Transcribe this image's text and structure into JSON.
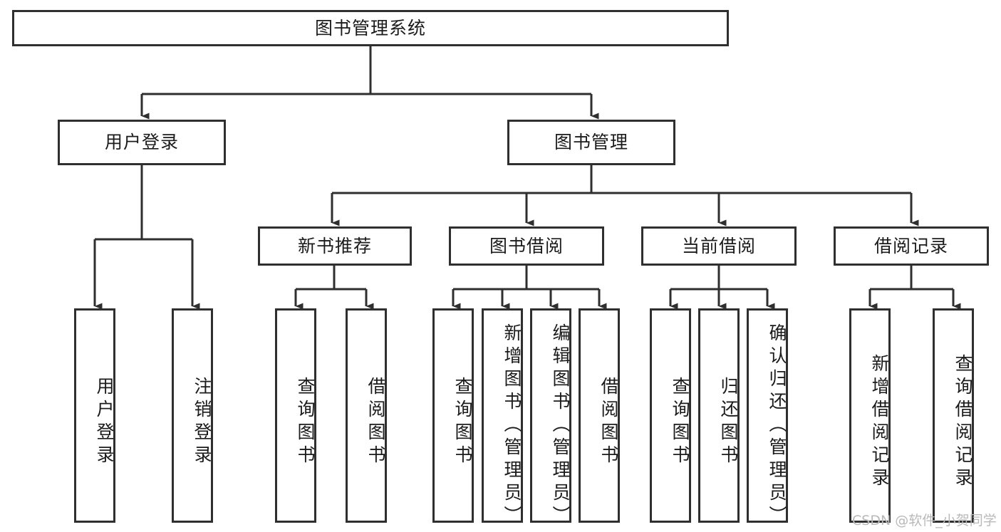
{
  "diagram": {
    "title": "图书管理系统",
    "type": "tree-hierarchy",
    "levels": 4,
    "root": {
      "label": "图书管理系统"
    },
    "level2": [
      {
        "label": "用户登录"
      },
      {
        "label": "图书管理"
      }
    ],
    "level3": [
      {
        "label": "新书推荐"
      },
      {
        "label": "图书借阅"
      },
      {
        "label": "当前借阅"
      },
      {
        "label": "借阅记录"
      }
    ],
    "leaves": {
      "user_login": [
        {
          "label": "用户登录"
        },
        {
          "label": "注销登录"
        }
      ],
      "new_book": [
        {
          "label": "查询图书"
        },
        {
          "label": "借阅图书"
        }
      ],
      "book_borrow": [
        {
          "label": "查询图书"
        },
        {
          "label": "新增图书（管理员）"
        },
        {
          "label": "编辑图书（管理员）"
        },
        {
          "label": "借阅图书"
        }
      ],
      "current_borrow": [
        {
          "label": "查询图书"
        },
        {
          "label": "归还图书"
        },
        {
          "label": "确认归还（管理员）"
        }
      ],
      "borrow_record": [
        {
          "label": "新增借阅记录"
        },
        {
          "label": "查询借阅记录"
        }
      ]
    }
  },
  "watermark": {
    "text": "CSDN @软件_小贺同学"
  },
  "colors": {
    "stroke": "#2f2f2f",
    "fill": "#ffffff",
    "text": "#1b1b1b",
    "watermark": "#b9b9b9"
  }
}
